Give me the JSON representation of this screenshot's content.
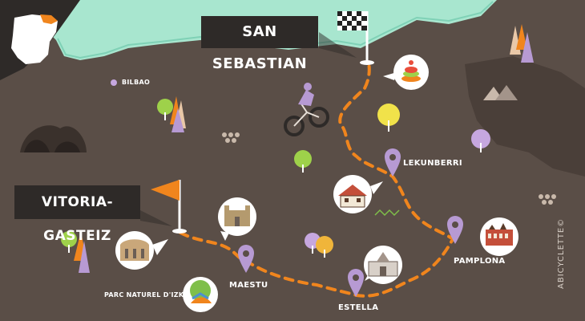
{
  "map": {
    "start_city": "VITORIA-GASTEIZ",
    "end_city": "SAN SEBASTIAN",
    "places": {
      "bilbao": "BILBAO",
      "lekunberri": "LEKUNBERRI",
      "pamplona": "PAMPLONA",
      "estella": "ESTELLA",
      "maestu": "MAESTU",
      "parc": "PARC NATUREL D'IZKI"
    },
    "credit": "ABICYCLETTE©",
    "colors": {
      "land": "#5a4e47",
      "sea": "#a8e6cf",
      "route": "#f0851d",
      "pin": "#b79ad3",
      "banner": "#2e2a28"
    }
  }
}
